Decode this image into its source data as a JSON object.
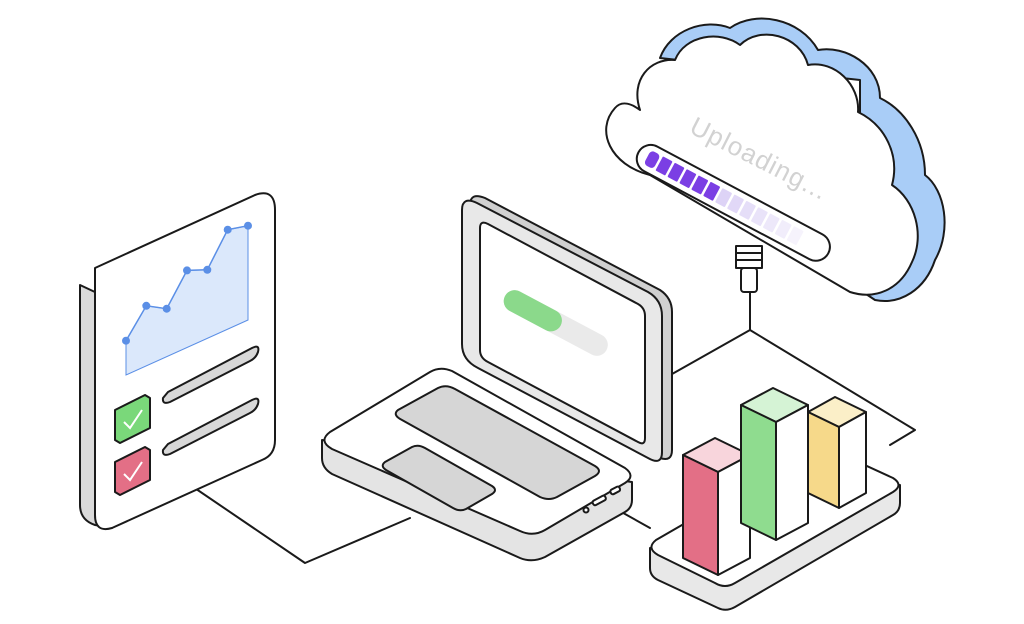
{
  "cloud": {
    "status_text": "Uploading...",
    "progress": {
      "segments_total": 13,
      "segments_filled": 6,
      "filled_color": "#7b3fe4",
      "faded_color": "#ddd3f6"
    },
    "accent_color": "#a9cdf7"
  },
  "laptop": {
    "screen_progress": 0.55,
    "progress_color": "#8bd98b"
  },
  "document": {
    "chart_color": "#5b8fe6",
    "checks": [
      {
        "state": "approved",
        "color": "#7ad87a"
      },
      {
        "state": "rejected",
        "color": "#e36f86"
      }
    ]
  },
  "bar_chart": {
    "colors": [
      "#e36f86",
      "#8fdc8f",
      "#f6d98a"
    ]
  },
  "chart_data": {
    "type": "line",
    "x": [
      1,
      2,
      3,
      4,
      5,
      6,
      7
    ],
    "series": [
      {
        "values": [
          20,
          35,
          28,
          45,
          40,
          58,
          55
        ]
      }
    ]
  }
}
